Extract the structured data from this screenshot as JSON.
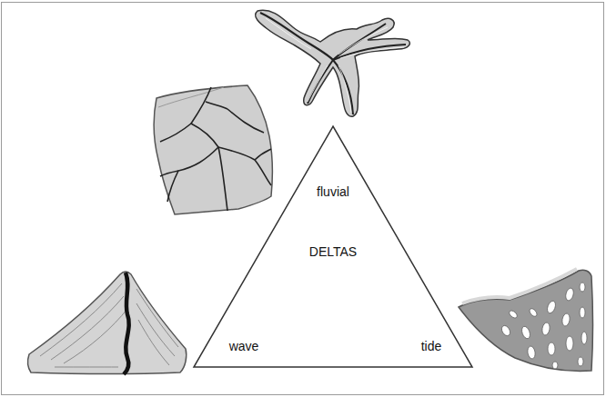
{
  "diagram": {
    "nodes": [
      {
        "text": [
          "fluvial",
          "DELTAS",
          "wave",
          "tide"
        ]
      }
    ]
  }
}
